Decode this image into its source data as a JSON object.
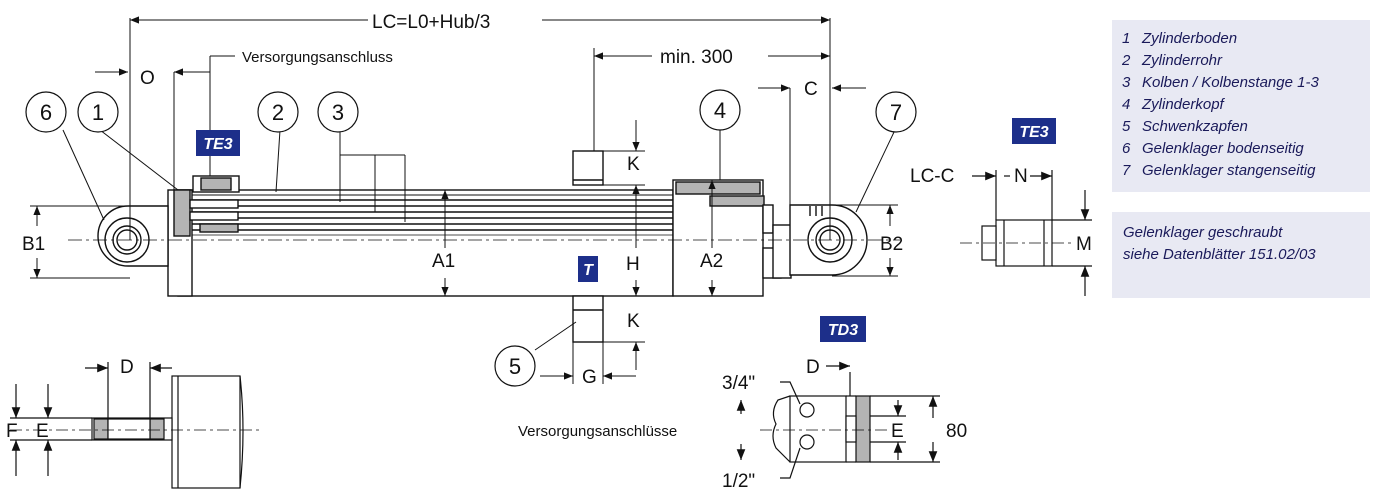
{
  "dimensions": {
    "lc": "LC=L0+Hub/3",
    "min300": "min. 300",
    "o": "O",
    "c": "C",
    "b1": "B1",
    "b2": "B2",
    "a1": "A1",
    "a2": "A2",
    "h": "H",
    "k_top": "K",
    "k_bottom": "K",
    "g": "G",
    "d_left": "D",
    "f": "F",
    "e_left": "E",
    "lc_c": "LC-C",
    "n": "N",
    "m": "M",
    "d_right": "D",
    "e_right": "E",
    "eighty": "80"
  },
  "annotations": {
    "versorgungsanschluss": "Versorgungsanschluss",
    "versorgungsanschluesse": "Versorgungsanschlüsse",
    "thread_34": "3/4\"",
    "thread_12": "1/2\""
  },
  "callouts": {
    "c6": "6",
    "c1": "1",
    "c2": "2",
    "c3": "3",
    "c4": "4",
    "c7": "7",
    "c5": "5"
  },
  "badges": {
    "te3_main": "TE3",
    "t": "T",
    "te3_detail": "TE3",
    "td3": "TD3"
  },
  "colors": {
    "badge": "#1d2f8a",
    "legend_bg": "#e8e9f3",
    "legend_text": "#1a1a5a",
    "part_gray": "#b4b4b4"
  },
  "legend": {
    "items": [
      {
        "num": "1",
        "label": "Zylinderboden"
      },
      {
        "num": "2",
        "label": "Zylinderrohr"
      },
      {
        "num": "3",
        "label": "Kolben / Kolbenstange 1-3"
      },
      {
        "num": "4",
        "label": "Zylinderkopf"
      },
      {
        "num": "5",
        "label": "Schwenkzapfen"
      },
      {
        "num": "6",
        "label": "Gelenklager bodenseitig"
      },
      {
        "num": "7",
        "label": "Gelenklager stangenseitig"
      }
    ]
  },
  "note": {
    "line1": "Gelenklager geschraubt",
    "line2": "siehe Datenblätter 151.02/03"
  }
}
